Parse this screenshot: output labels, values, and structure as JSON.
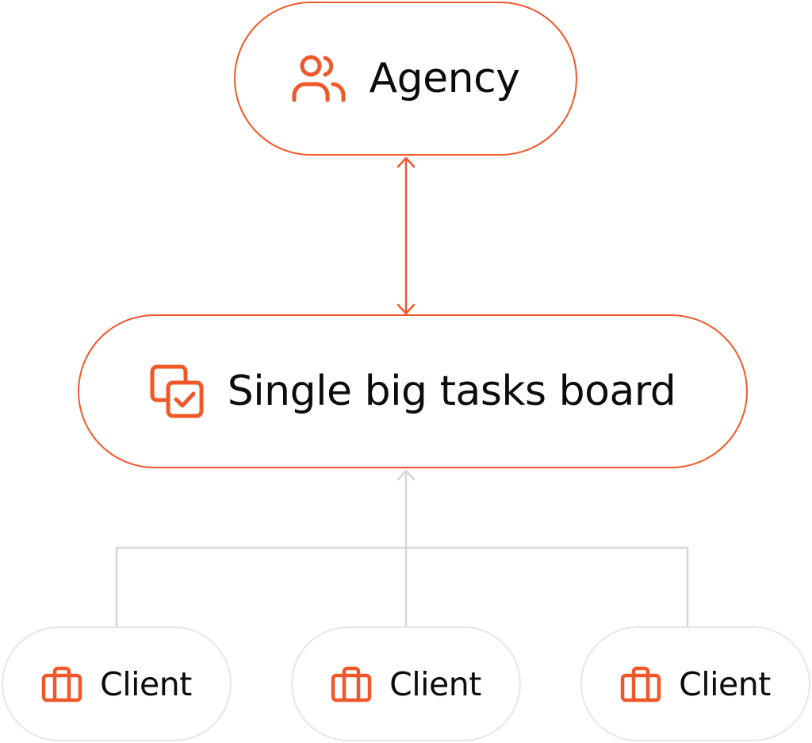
{
  "colors": {
    "accent": "#f0582a",
    "connector_gray": "#d6d6d6",
    "client_border": "#e6e6e6",
    "text": "#0c0c0c"
  },
  "agency": {
    "label": "Agency",
    "icon": "users-icon"
  },
  "board": {
    "label": "Single big tasks board",
    "icon": "stacked-checkbox-icon"
  },
  "clients": [
    {
      "label": "Client",
      "icon": "briefcase-icon"
    },
    {
      "label": "Client",
      "icon": "briefcase-icon"
    },
    {
      "label": "Client",
      "icon": "briefcase-icon"
    }
  ]
}
